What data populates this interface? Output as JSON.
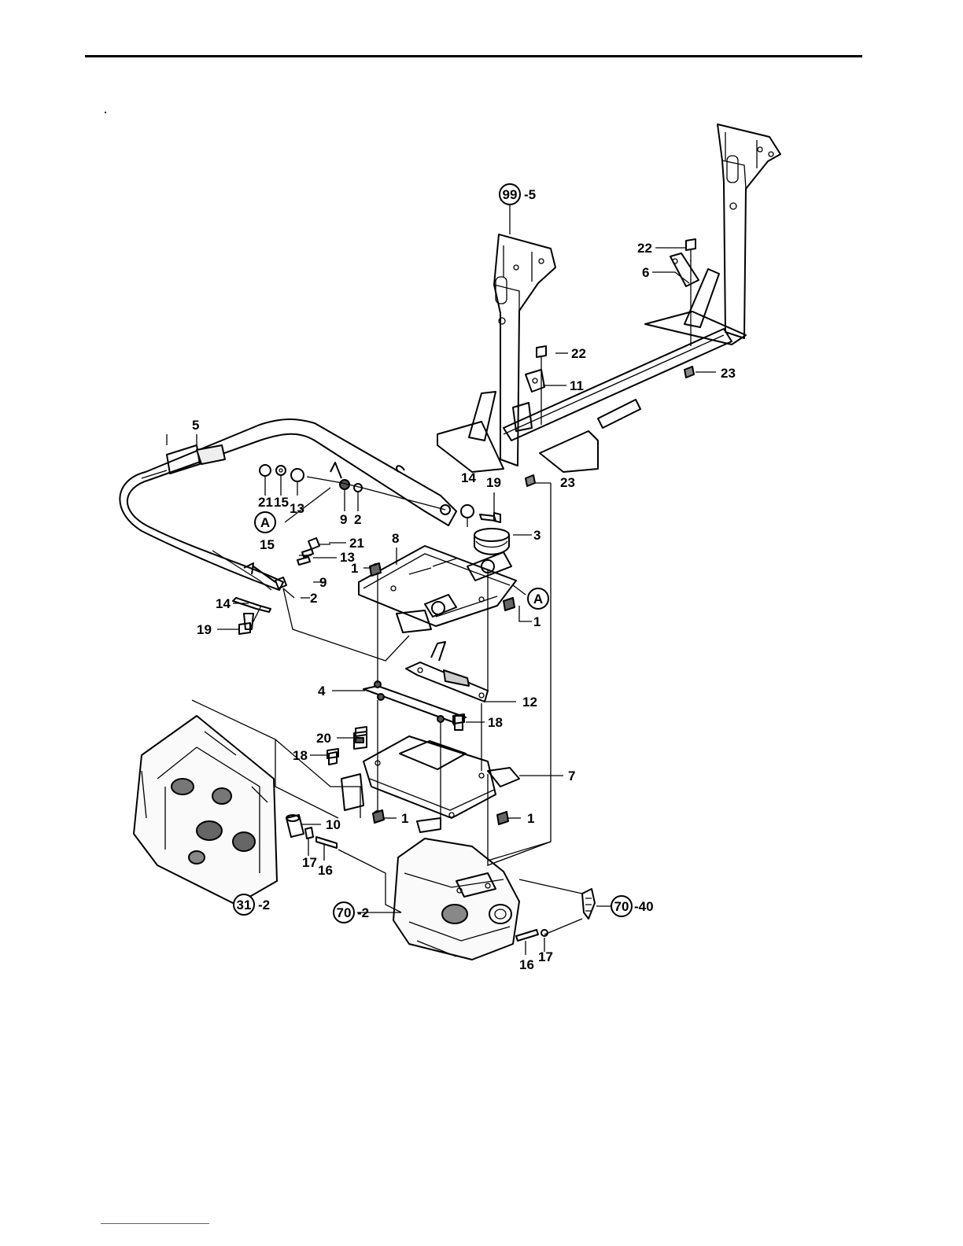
{
  "callouts": {
    "c_99_5": {
      "ref": "99",
      "suffix": "-5"
    },
    "c_31_2": {
      "ref": "31",
      "suffix": "-2"
    },
    "c_70_2": {
      "ref": "70",
      "suffix": "-2"
    },
    "c_70_40": {
      "ref": "70",
      "suffix": "-40"
    },
    "c_A1": {
      "ref": "A"
    },
    "c_A2": {
      "ref": "A"
    }
  },
  "labels": {
    "l22a": "22",
    "l6": "6",
    "l22b": "22",
    "l23a": "23",
    "l11": "11",
    "l5": "5",
    "l21a": "21",
    "l15a": "15",
    "l13a": "13",
    "l9a": "9",
    "l2a": "2",
    "l14a": "14",
    "l19a": "19",
    "l3": "3",
    "l23b": "23",
    "l8": "8",
    "l15b": "15",
    "l21b": "21",
    "l13b": "13",
    "l1a": "1",
    "l9b": "9",
    "l2b": "2",
    "l1b": "1",
    "l14b": "14",
    "l19b": "19",
    "l4": "4",
    "l12": "12",
    "l20": "20",
    "l18a": "18",
    "l18b": "18",
    "l7": "7",
    "l10": "10",
    "l1c": "1",
    "l1d": "1",
    "l17a": "17",
    "l16a": "16",
    "l16b": "16",
    "l17b": "17"
  }
}
